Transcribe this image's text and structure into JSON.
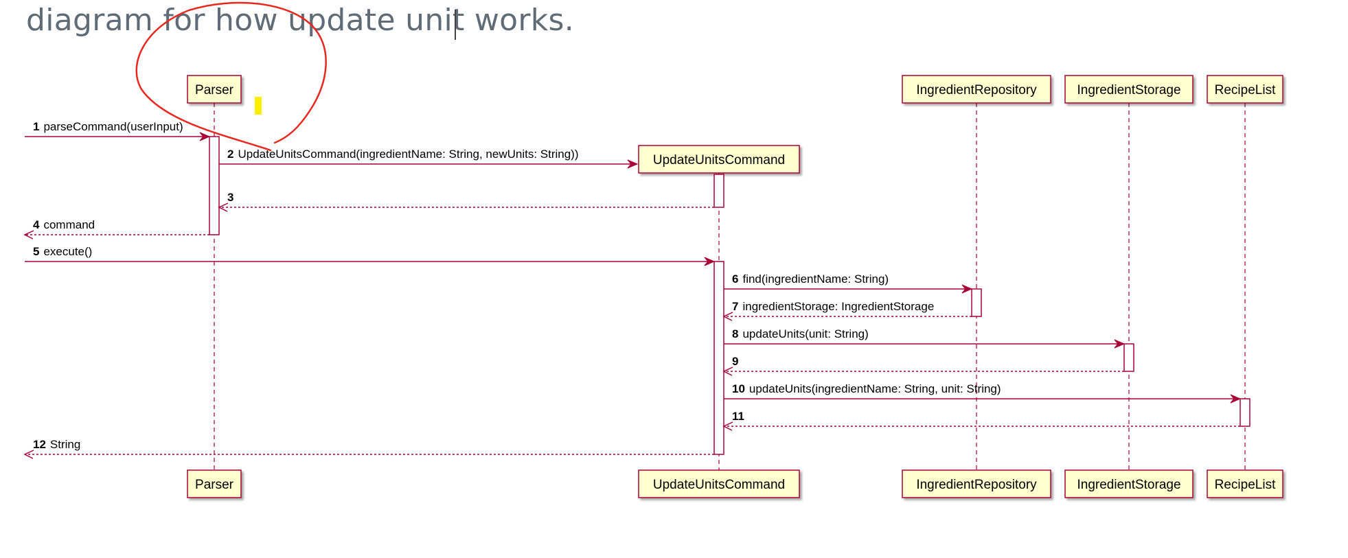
{
  "page": {
    "heading_text": "diagram for how update unit works."
  },
  "colors": {
    "participant_fill": "#FEFECE",
    "participant_border": "#A80036",
    "arrow": "#A80036",
    "heading": "#5f6b76",
    "annotation_pen": "#e8281f",
    "highlighter": "#ffee00"
  },
  "participants": [
    {
      "id": "parser",
      "label": "Parser"
    },
    {
      "id": "cmd",
      "label": "UpdateUnitsCommand"
    },
    {
      "id": "repo",
      "label": "IngredientRepository"
    },
    {
      "id": "storage",
      "label": "IngredientStorage"
    },
    {
      "id": "recipes",
      "label": "RecipeList"
    }
  ],
  "messages": [
    {
      "num": "1",
      "text": "parseCommand(userInput)",
      "from": "external",
      "to": "parser",
      "kind": "call"
    },
    {
      "num": "2",
      "text": "UpdateUnitsCommand(ingredientName: String, newUnits: String))",
      "from": "parser",
      "to": "cmd",
      "kind": "create"
    },
    {
      "num": "3",
      "text": "",
      "from": "cmd",
      "to": "parser",
      "kind": "return"
    },
    {
      "num": "4",
      "text": "command",
      "from": "parser",
      "to": "external",
      "kind": "return"
    },
    {
      "num": "5",
      "text": "execute()",
      "from": "external",
      "to": "cmd",
      "kind": "call"
    },
    {
      "num": "6",
      "text": "find(ingredientName: String)",
      "from": "cmd",
      "to": "repo",
      "kind": "call"
    },
    {
      "num": "7",
      "text": "ingredientStorage: IngredientStorage",
      "from": "repo",
      "to": "cmd",
      "kind": "return"
    },
    {
      "num": "8",
      "text": "updateUnits(unit: String)",
      "from": "cmd",
      "to": "storage",
      "kind": "call"
    },
    {
      "num": "9",
      "text": "",
      "from": "storage",
      "to": "cmd",
      "kind": "return"
    },
    {
      "num": "10",
      "text": "updateUnits(ingredientName: String, unit: String)",
      "from": "cmd",
      "to": "recipes",
      "kind": "call"
    },
    {
      "num": "11",
      "text": "",
      "from": "recipes",
      "to": "cmd",
      "kind": "return"
    },
    {
      "num": "12",
      "text": "String",
      "from": "cmd",
      "to": "external",
      "kind": "return"
    }
  ]
}
